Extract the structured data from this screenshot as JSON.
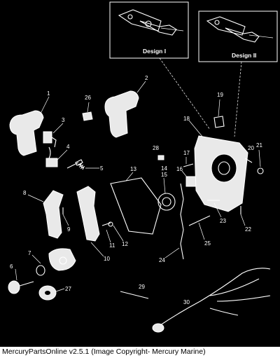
{
  "caption": "MercuryPartsOnline v2.5.1 (Image Copyright- Mercury Marine)",
  "colors": {
    "background": "#000000",
    "ink": "#ffffff",
    "caption_bg": "#ffffff",
    "caption_text": "#000000"
  },
  "insets": [
    {
      "label": "Design I"
    },
    {
      "label": "Design II"
    }
  ],
  "callouts": [
    "1",
    "2",
    "3",
    "4",
    "5",
    "6",
    "7",
    "8",
    "9",
    "10",
    "11",
    "12",
    "13",
    "14",
    "15",
    "16",
    "17",
    "18",
    "19",
    "20",
    "21",
    "22",
    "23",
    "24",
    "25",
    "26",
    "27",
    "28",
    "29",
    "30"
  ]
}
